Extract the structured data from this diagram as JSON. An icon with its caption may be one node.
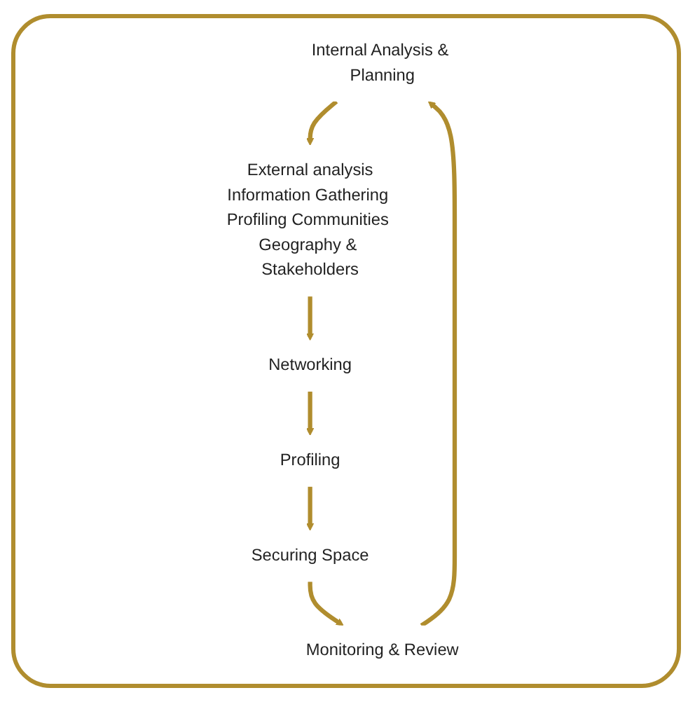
{
  "diagram": {
    "nodes": [
      {
        "text": [
          "Internal Analysis & Planning"
        ]
      },
      {
        "text": [
          "External analysis",
          "Information Gathering Profiling Communities Geography & Stakeholders"
        ]
      },
      {
        "text": [
          "Networking"
        ]
      },
      {
        "text": [
          "Profiling"
        ]
      },
      {
        "text": [
          "Securing Space"
        ]
      },
      {
        "text": [
          "Monitoring & Review"
        ]
      }
    ],
    "edges": [
      {
        "from": 0,
        "to": 1,
        "arrow": "to"
      },
      {
        "from": 1,
        "to": 2,
        "arrow": "to"
      },
      {
        "from": 2,
        "to": 3,
        "arrow": "to"
      },
      {
        "from": 3,
        "to": 4,
        "arrow": "to"
      },
      {
        "from": 4,
        "to": 5,
        "arrow": "to"
      },
      {
        "from": 5,
        "to": 0,
        "arrow": "to"
      }
    ]
  }
}
